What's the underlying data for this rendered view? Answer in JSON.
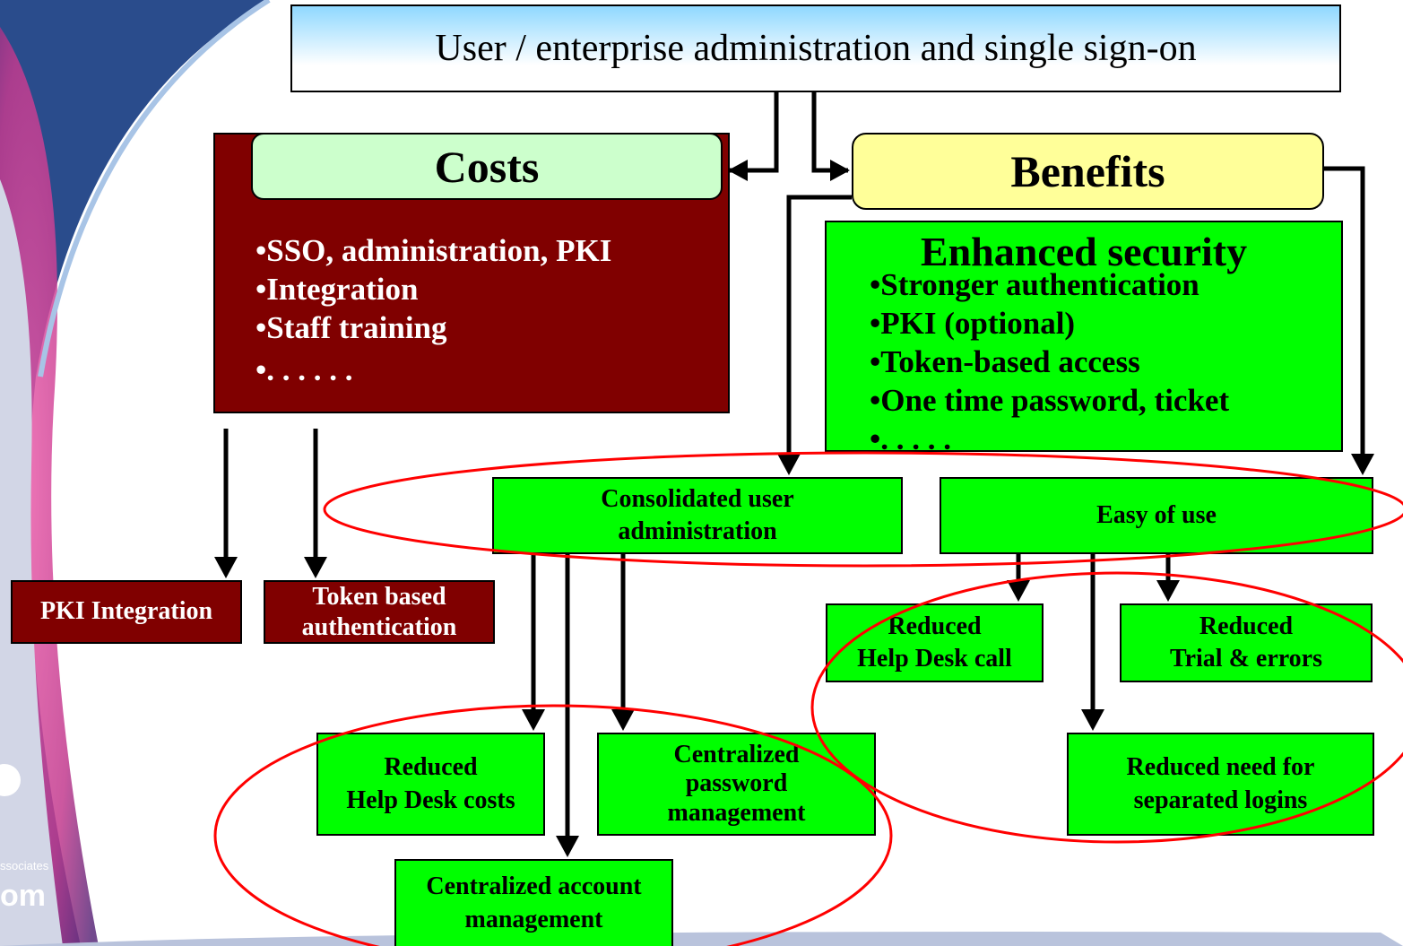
{
  "header": {
    "title": "User / enterprise administration and single sign-on"
  },
  "costs": {
    "title": "Costs",
    "bullets": [
      "•SSO, administration, PKI",
      "•Integration",
      "•Staff training",
      "•. . . . . ."
    ]
  },
  "benefits": {
    "title": "Benefits"
  },
  "security": {
    "title": "Enhanced security",
    "bullets": [
      "•Stronger authentication",
      "•PKI (optional)",
      "•Token-based access",
      "•One time password, ticket",
      "•. . . . ."
    ]
  },
  "cost_items": {
    "pki": "PKI Integration",
    "token": [
      "Token based",
      "authentication"
    ]
  },
  "consolidated": [
    "Consolidated user",
    "administration"
  ],
  "easy": "Easy of use",
  "reduced_call": [
    "Reduced",
    "Help Desk call"
  ],
  "reduced_trial": [
    "Reduced",
    "Trial & errors"
  ],
  "reduced_logins": [
    "Reduced need for",
    "separated logins"
  ],
  "reduced_costs": [
    "Reduced",
    "Help Desk costs"
  ],
  "central_password": [
    "Centralized",
    "password",
    "management"
  ],
  "central_account": [
    "Centralized account",
    "management"
  ],
  "logo": {
    "sub": "ssociates",
    "domain": "om"
  },
  "colors": {
    "box_green": "#00ff00",
    "box_maroon": "#800000",
    "header_top": "#8fd8ff",
    "benefits_bg": "#ffff99",
    "costs_title_bg": "#ccffcc",
    "ellipse": "#ff0000"
  }
}
